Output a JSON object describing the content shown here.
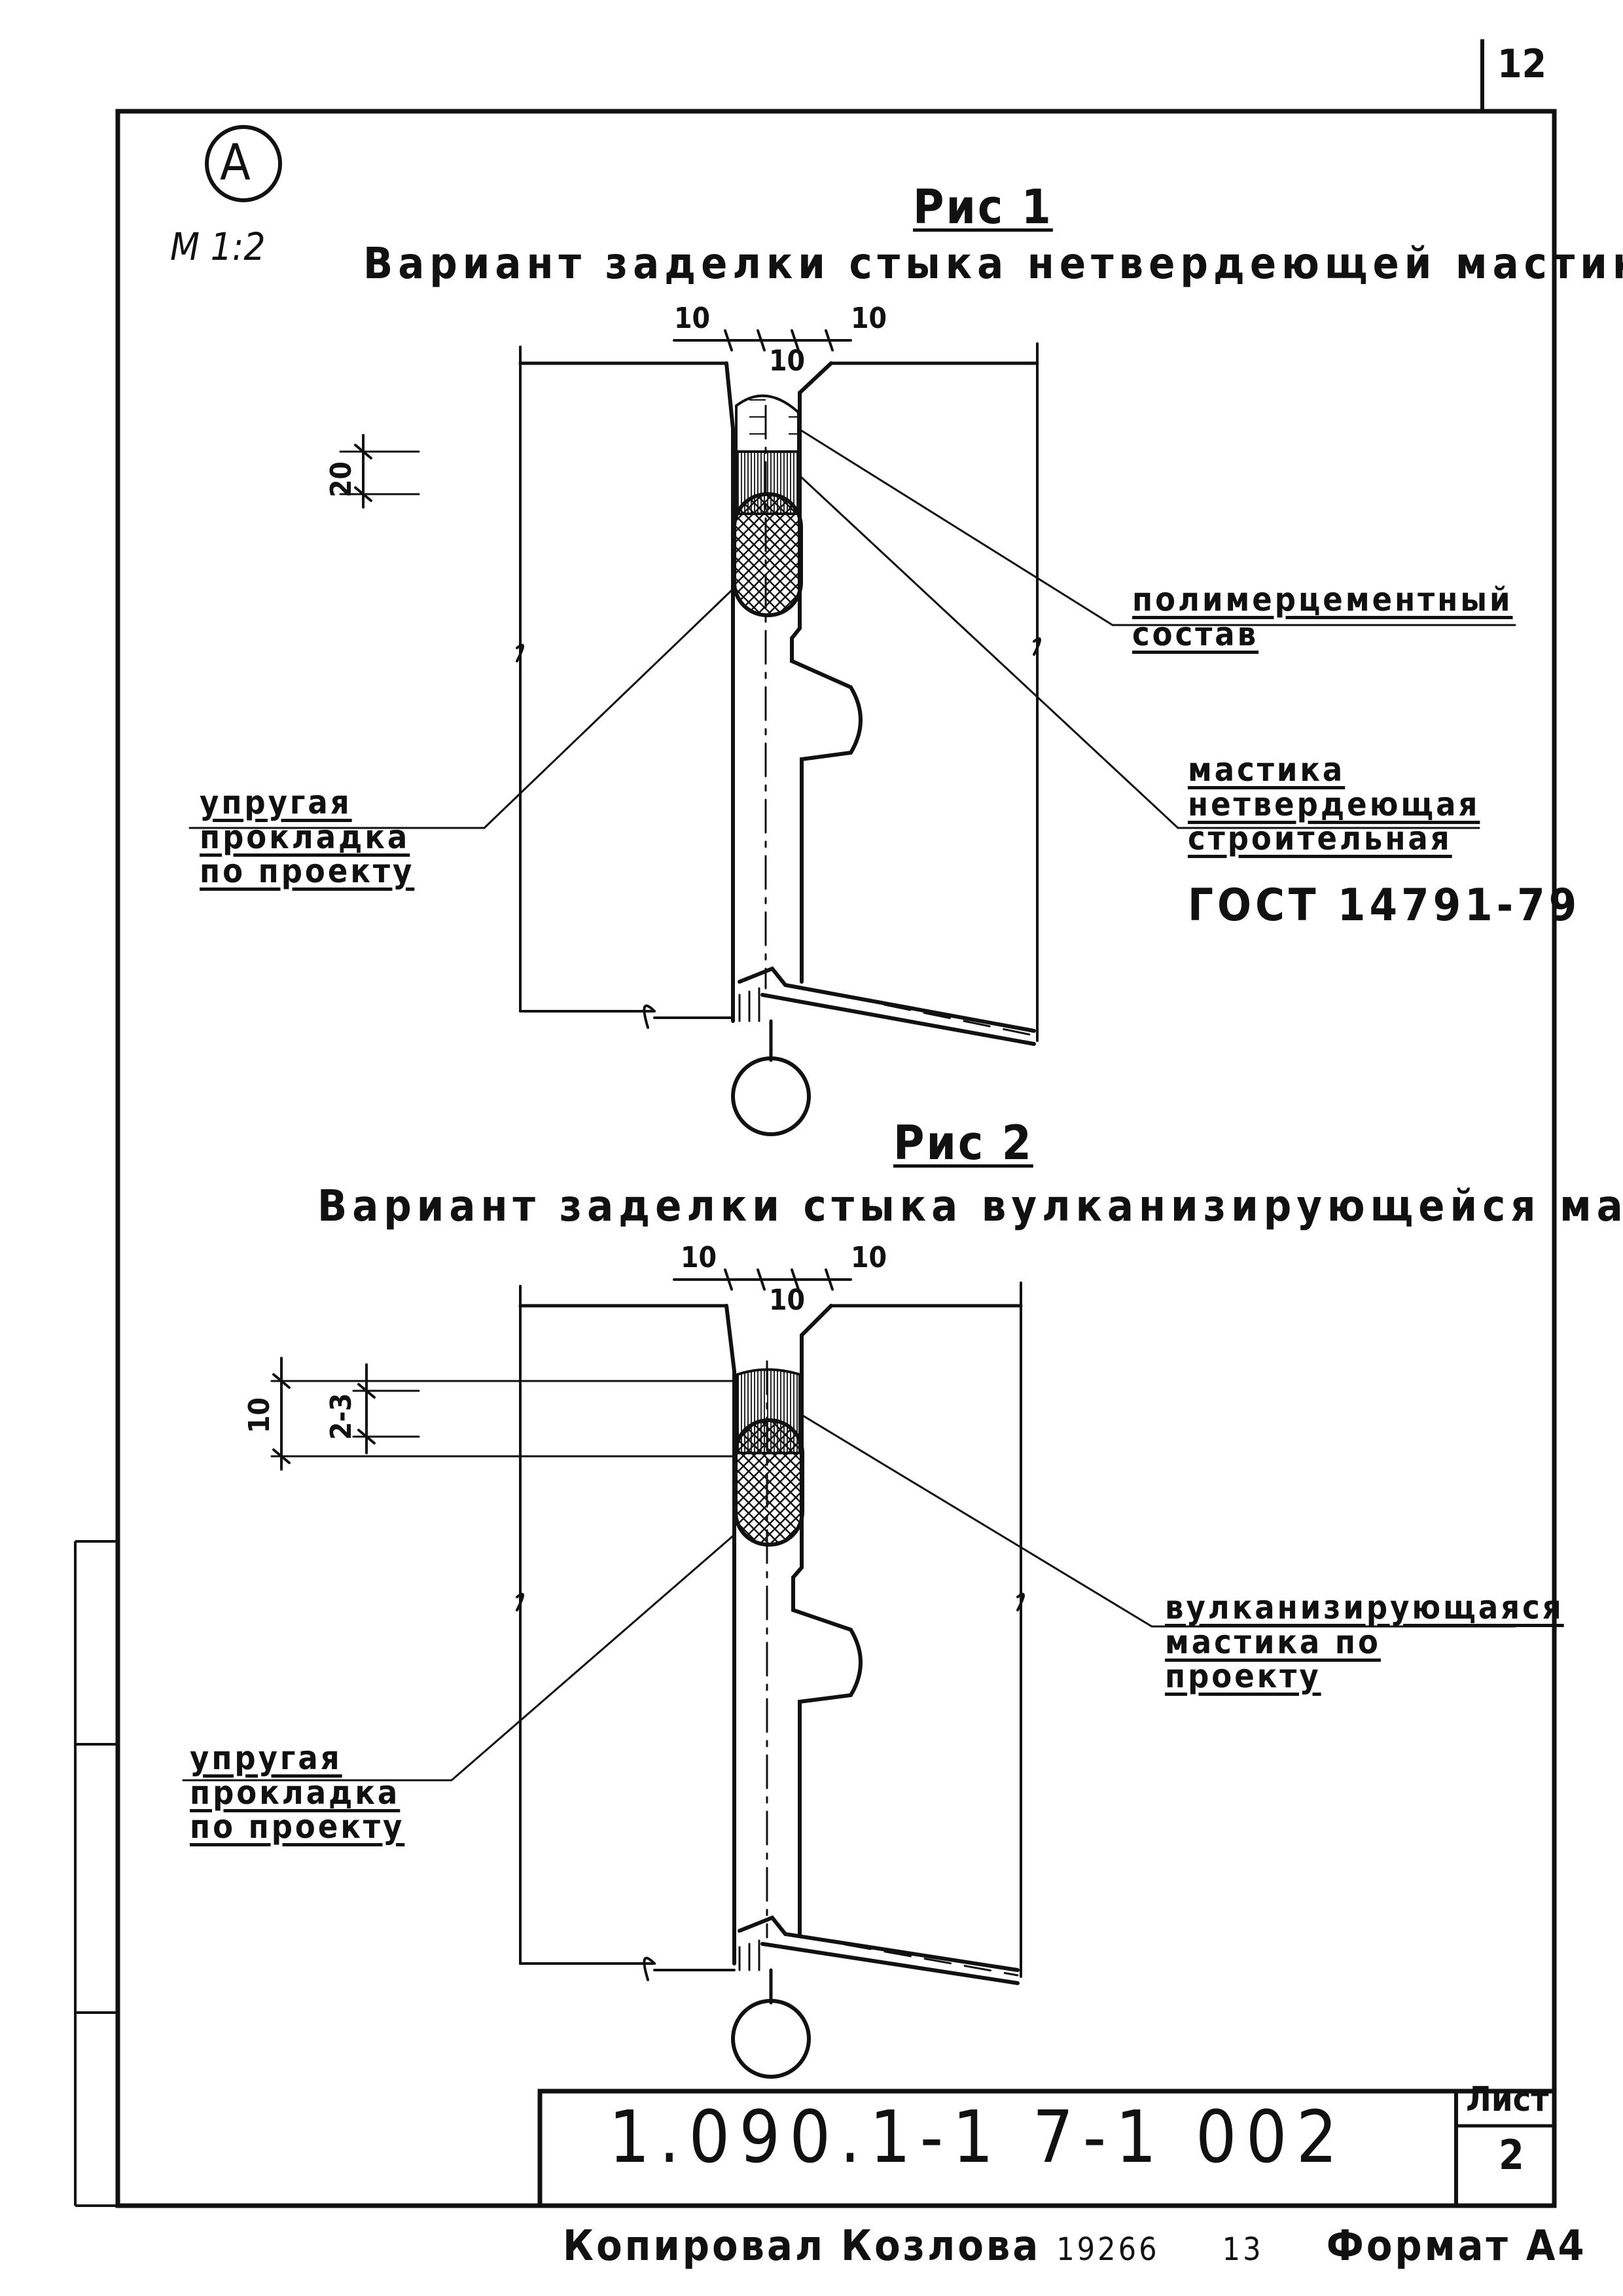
{
  "sheet_number": "12",
  "scale_marker": {
    "letter": "A",
    "scale": "М 1:2"
  },
  "figures": [
    {
      "title": "Рис 1",
      "caption": "Вариант заделки стыка нетвердеющей мастикой",
      "dims": {
        "top_left": "10",
        "top_middle": "10",
        "top_right": "10",
        "vertical": "20"
      },
      "callouts": [
        "полимерцементный состав",
        "мастика нетвердеющая строительная",
        "ГОСТ 14791-79",
        "упругая прокладка по проекту"
      ]
    },
    {
      "title": "Рис 2",
      "caption": "Вариант заделки стыка вулканизирующейся мастикой",
      "dims": {
        "top_left": "10",
        "top_middle": "10",
        "top_right": "10",
        "vertical_outer": "10",
        "vertical_inner": "2-3"
      },
      "callouts": [
        "вулканизирующаяся мастика по проекту",
        "упругая прокладка по проекту"
      ]
    }
  ],
  "title_block": {
    "code": "1.090.1-1 7-1 002",
    "sheet_label": "Лист",
    "sheet_value": "2"
  },
  "footer": {
    "copied": "Копировал Козлова",
    "num_a": "19266",
    "num_b": "13",
    "format": "Формат А4"
  }
}
